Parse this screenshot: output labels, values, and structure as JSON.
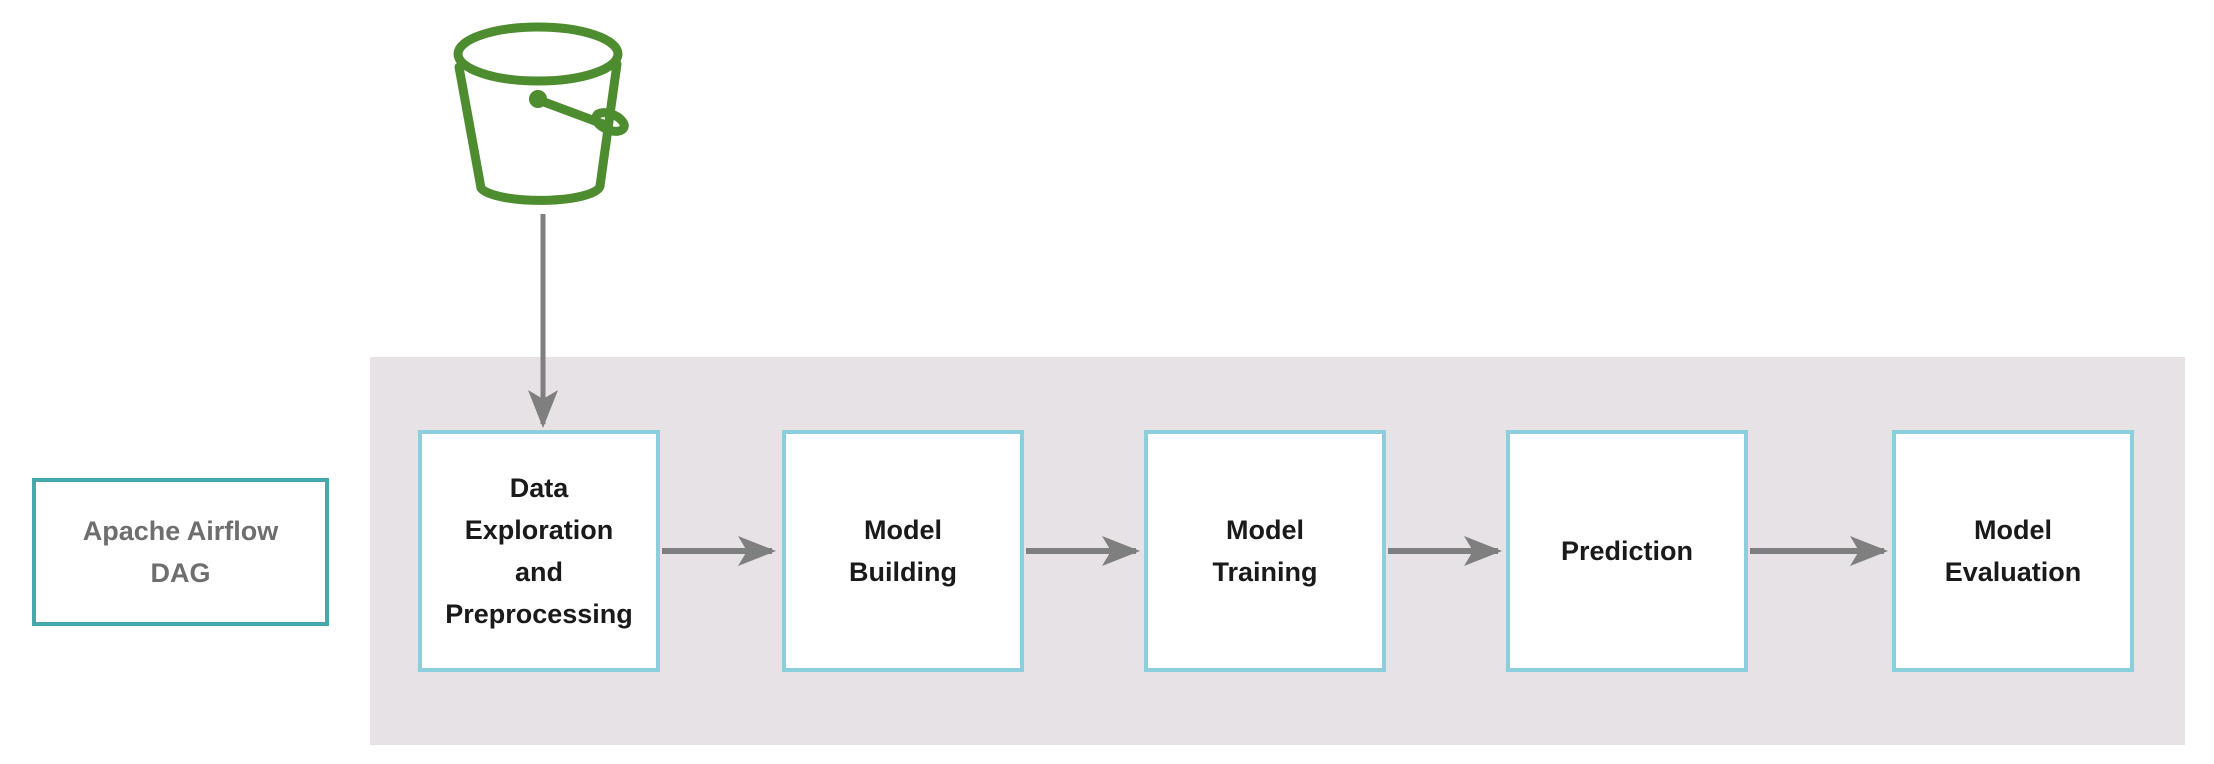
{
  "colors": {
    "bucket-green": "#4d8c2f",
    "panel-gray": "#e6e2e6",
    "arrow-gray": "#7f7f7f",
    "step-border": "#8ccfdc",
    "airflow-border": "#45a9ab",
    "step-text": "#1a1a1a",
    "airflow-text": "#6e6e6e",
    "canvas-bg": "#ffffff"
  },
  "source": {
    "icon": "s3-bucket-icon"
  },
  "airflow_box": {
    "lines": {
      "0": "Apache Airflow",
      "1": "DAG"
    }
  },
  "pipeline": {
    "steps": {
      "0": {
        "name": "data-exploration-and-preprocessing",
        "lines": {
          "0": "Data",
          "1": "Exploration",
          "2": "and",
          "3": "Preprocessing"
        }
      },
      "1": {
        "name": "model-building",
        "lines": {
          "0": "Model",
          "1": "Building"
        }
      },
      "2": {
        "name": "model-training",
        "lines": {
          "0": "Model",
          "1": "Training"
        }
      },
      "3": {
        "name": "prediction",
        "lines": {
          "0": "Prediction"
        }
      },
      "4": {
        "name": "model-evaluation",
        "lines": {
          "0": "Model",
          "1": "Evaluation"
        }
      }
    }
  }
}
